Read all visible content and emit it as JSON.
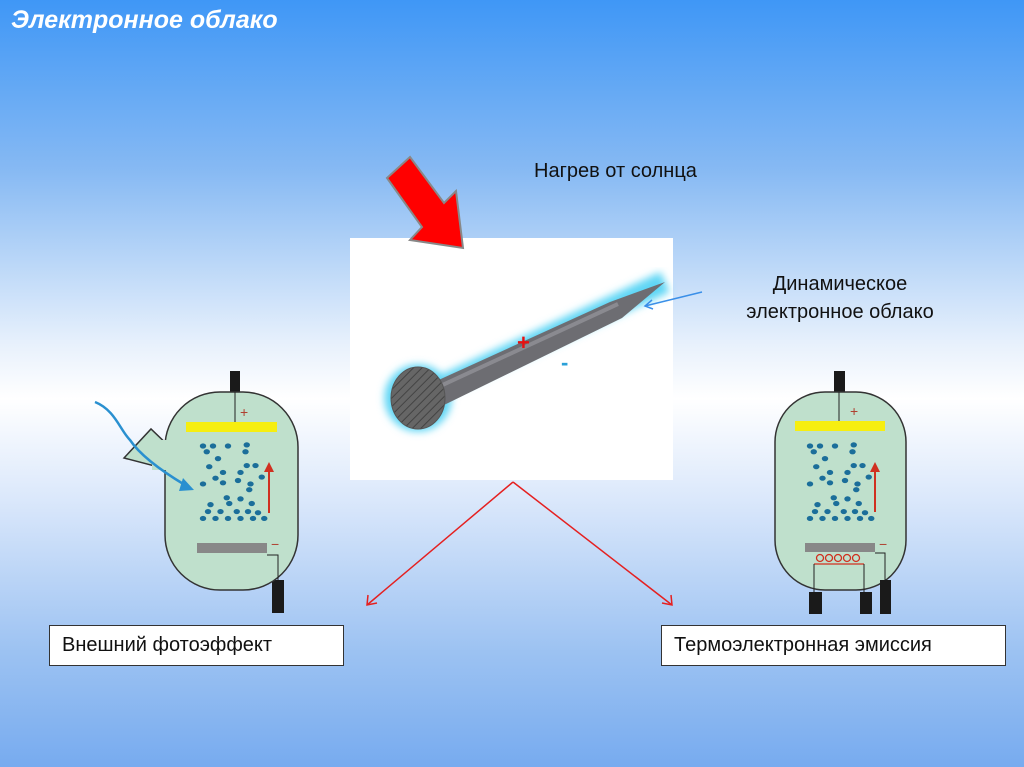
{
  "title": "Электронное облако",
  "labels": {
    "sun_heating": "Нагрев от солнца",
    "dynamic_cloud_line1": "Динамическое",
    "dynamic_cloud_line2": "электронное облако",
    "photoeffect": "Внешний фотоэффект",
    "thermionic": "Термоэлектронная эмиссия"
  },
  "signs": {
    "plus": "+",
    "minus": "-"
  },
  "colors": {
    "arrow_red": "#f01010",
    "tube_fill": "#bfe0cc",
    "plate_yellow": "#f6ee10",
    "electron": "#1b6e9a",
    "title_bg": "#3f97f6"
  }
}
